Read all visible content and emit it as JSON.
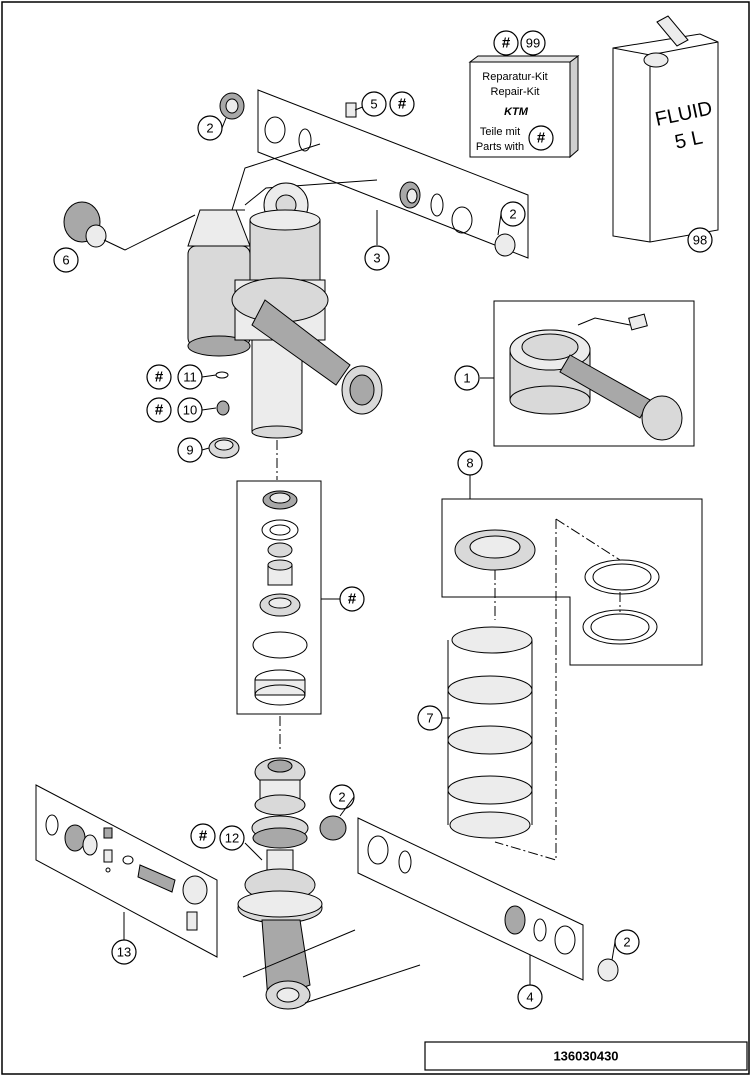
{
  "doc_number": "136030430",
  "repair_kit": {
    "line1": "Reparatur-Kit",
    "line2": "Repair-Kit",
    "brand": "KTM",
    "line3": "Teile mit",
    "line4": "Parts with",
    "hash": "#",
    "kit_number": "99"
  },
  "fluid_can": {
    "line1": "FLUID",
    "line2": "5 L",
    "number": "98"
  },
  "callouts": {
    "c1": "1",
    "c2a": "2",
    "c2b": "2",
    "c2c": "2",
    "c2d": "2",
    "c3": "3",
    "c4": "4",
    "c5": "5",
    "c6": "6",
    "c7": "7",
    "c8": "8",
    "c9": "9",
    "c10": "10",
    "c11": "11",
    "c12": "12",
    "c13": "13",
    "h5": "#",
    "h10": "#",
    "h11": "#",
    "h12": "#",
    "hseal": "#",
    "h99": "#"
  },
  "colors": {
    "line": "#000000",
    "fill_light": "#ececec",
    "fill_mid": "#d9d9d9",
    "fill_dark": "#a8a8a8"
  }
}
